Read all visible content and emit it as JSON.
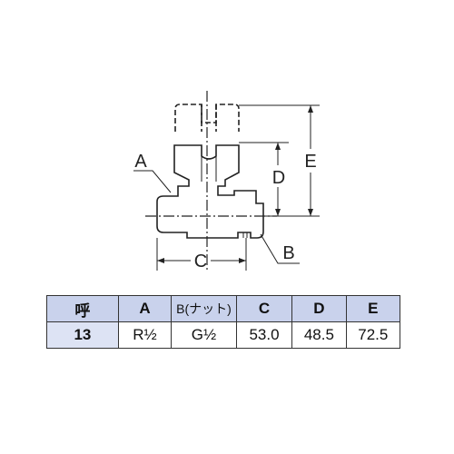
{
  "diagram": {
    "labels": {
      "a": "A",
      "b": "B",
      "c": "C",
      "d": "D",
      "e": "E"
    }
  },
  "table": {
    "headers": [
      "呼",
      "A",
      "B(ナット)",
      "C",
      "D",
      "E"
    ],
    "row": [
      "13",
      "R½",
      "G½",
      "53.0",
      "48.5",
      "72.5"
    ]
  }
}
